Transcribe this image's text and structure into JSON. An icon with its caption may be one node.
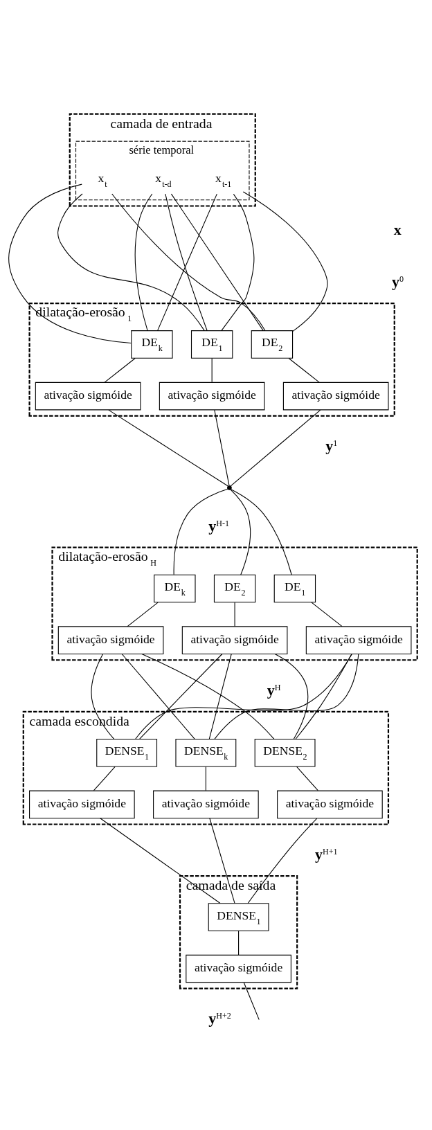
{
  "diagram": {
    "nodes": [
      {
        "text": [
          "camada de entrada"
        ]
      },
      {
        "text": [
          "série temporal"
        ],
        "in": 0
      },
      {
        "text": [
          "x$_{t-d}$"
        ],
        "in": 1
      },
      {
        "text": [
          "x$_{t-1}$"
        ],
        "in": 1
      },
      {
        "text": [
          "x$_{t}$"
        ],
        "in": 1
      },
      {
        "text": [
          "dilatação-erosão$_{1}$"
        ]
      },
      {
        "text": [
          "DE$_{1}$"
        ],
        "in": 5
      },
      {
        "text": [
          "DE$_{2}$"
        ],
        "in": 5
      },
      {
        "text": [
          "DE$_{k}$"
        ],
        "in": 5
      },
      {
        "text": [
          "ativação sigmóide"
        ],
        "in": 5
      },
      {
        "text": [
          "ativação sigmóide"
        ],
        "in": 5
      },
      {
        "text": [
          "ativação sigmóide"
        ],
        "in": 5
      },
      {
        "text": [],
        "shape": "dots"
      },
      {
        "text": [
          "dilatação-erosão$_{H}$"
        ]
      },
      {
        "text": [
          "DE$_{1}$"
        ],
        "in": 13
      },
      {
        "text": [
          "DE$_{2}$"
        ],
        "in": 13
      },
      {
        "text": [
          "DE$_{k}$"
        ],
        "in": 13
      },
      {
        "text": [
          "ativação sigmóide"
        ],
        "in": 13
      },
      {
        "text": [
          "ativação sigmóide"
        ],
        "in": 13
      },
      {
        "text": [
          "ativação sigmóide"
        ],
        "in": 13
      },
      {
        "text": [
          "camada escondida"
        ]
      },
      {
        "text": [
          "DENSE$_{1}$"
        ],
        "in": 20
      },
      {
        "text": [
          "DENSE$_{2}$"
        ],
        "in": 20
      },
      {
        "text": [
          "DENSE$_{k}$"
        ],
        "in": 20
      },
      {
        "text": [
          "ativação sigmóide"
        ],
        "in": 20
      },
      {
        "text": [
          "ativação sigmóide"
        ],
        "in": 20
      },
      {
        "text": [
          "ativação sigmóide"
        ],
        "in": 20
      },
      {
        "text": [
          "camada de saída"
        ]
      },
      {
        "text": [
          "DENSE$_{1}$"
        ],
        "in": 27
      },
      {
        "text": [
          "ativação sigmóide"
        ],
        "in": 27
      }
    ],
    "edges": [
      {
        "from": 2,
        "to": 6,
        "arrow": "none"
      },
      {
        "from": 2,
        "to": 7,
        "arrow": "none"
      },
      {
        "from": 2,
        "to": 8,
        "arrow": "none"
      },
      {
        "from": 3,
        "to": 6,
        "arrow": "none"
      },
      {
        "from": 3,
        "to": 7,
        "arrow": "none"
      },
      {
        "from": 3,
        "to": 8,
        "arrow": "none"
      },
      {
        "from": 4,
        "to": 6,
        "arrow": "none"
      },
      {
        "from": 4,
        "to": 7,
        "arrow": "none"
      },
      {
        "from": 4,
        "to": 8,
        "arrow": "none"
      },
      {
        "from": 6,
        "to": 9,
        "arrow": "none"
      },
      {
        "from": 7,
        "to": 10,
        "arrow": "none"
      },
      {
        "from": 8,
        "to": 11,
        "arrow": "none"
      },
      {
        "from": 9,
        "to": 12,
        "arrow": "none"
      },
      {
        "from": 10,
        "to": 12,
        "arrow": "none"
      },
      {
        "from": 11,
        "to": 12,
        "arrow": "none"
      },
      {
        "from": 12,
        "to": 14,
        "arrow": "none"
      },
      {
        "from": 12,
        "to": 15,
        "arrow": "none"
      },
      {
        "from": 12,
        "to": 16,
        "arrow": "none"
      },
      {
        "from": 14,
        "to": 17,
        "arrow": "none"
      },
      {
        "from": 15,
        "to": 18,
        "arrow": "none"
      },
      {
        "from": 16,
        "to": 19,
        "arrow": "none"
      },
      {
        "from": 17,
        "to": 21,
        "arrow": "none"
      },
      {
        "from": 17,
        "to": 22,
        "arrow": "none"
      },
      {
        "from": 17,
        "to": 23,
        "arrow": "none"
      },
      {
        "from": 18,
        "to": 21,
        "arrow": "none"
      },
      {
        "from": 18,
        "to": 22,
        "arrow": "none"
      },
      {
        "from": 18,
        "to": 23,
        "arrow": "none"
      },
      {
        "from": 19,
        "to": 21,
        "arrow": "none"
      },
      {
        "from": 19,
        "to": 22,
        "arrow": "none"
      },
      {
        "from": 19,
        "to": 23,
        "arrow": "none"
      },
      {
        "from": 21,
        "to": 24,
        "arrow": "none"
      },
      {
        "from": 22,
        "to": 25,
        "arrow": "none"
      },
      {
        "from": 23,
        "to": 26,
        "arrow": "none"
      },
      {
        "from": 24,
        "to": 28,
        "arrow": "none"
      },
      {
        "from": 25,
        "to": 28,
        "arrow": "none"
      },
      {
        "from": 26,
        "to": 28,
        "arrow": "none"
      },
      {
        "from": 28,
        "to": 29,
        "arrow": "none"
      },
      {
        "from": 29,
        "to": null,
        "arrow": "none"
      }
    ],
    "labels": [
      "**x**",
      "**y**$^{0}$",
      "**y**$^{1}$",
      "**y**$^{H-1}$",
      "**y**$^{H}$",
      "**y**$^{H+1}$",
      "**y**$^{H+2}$"
    ]
  }
}
